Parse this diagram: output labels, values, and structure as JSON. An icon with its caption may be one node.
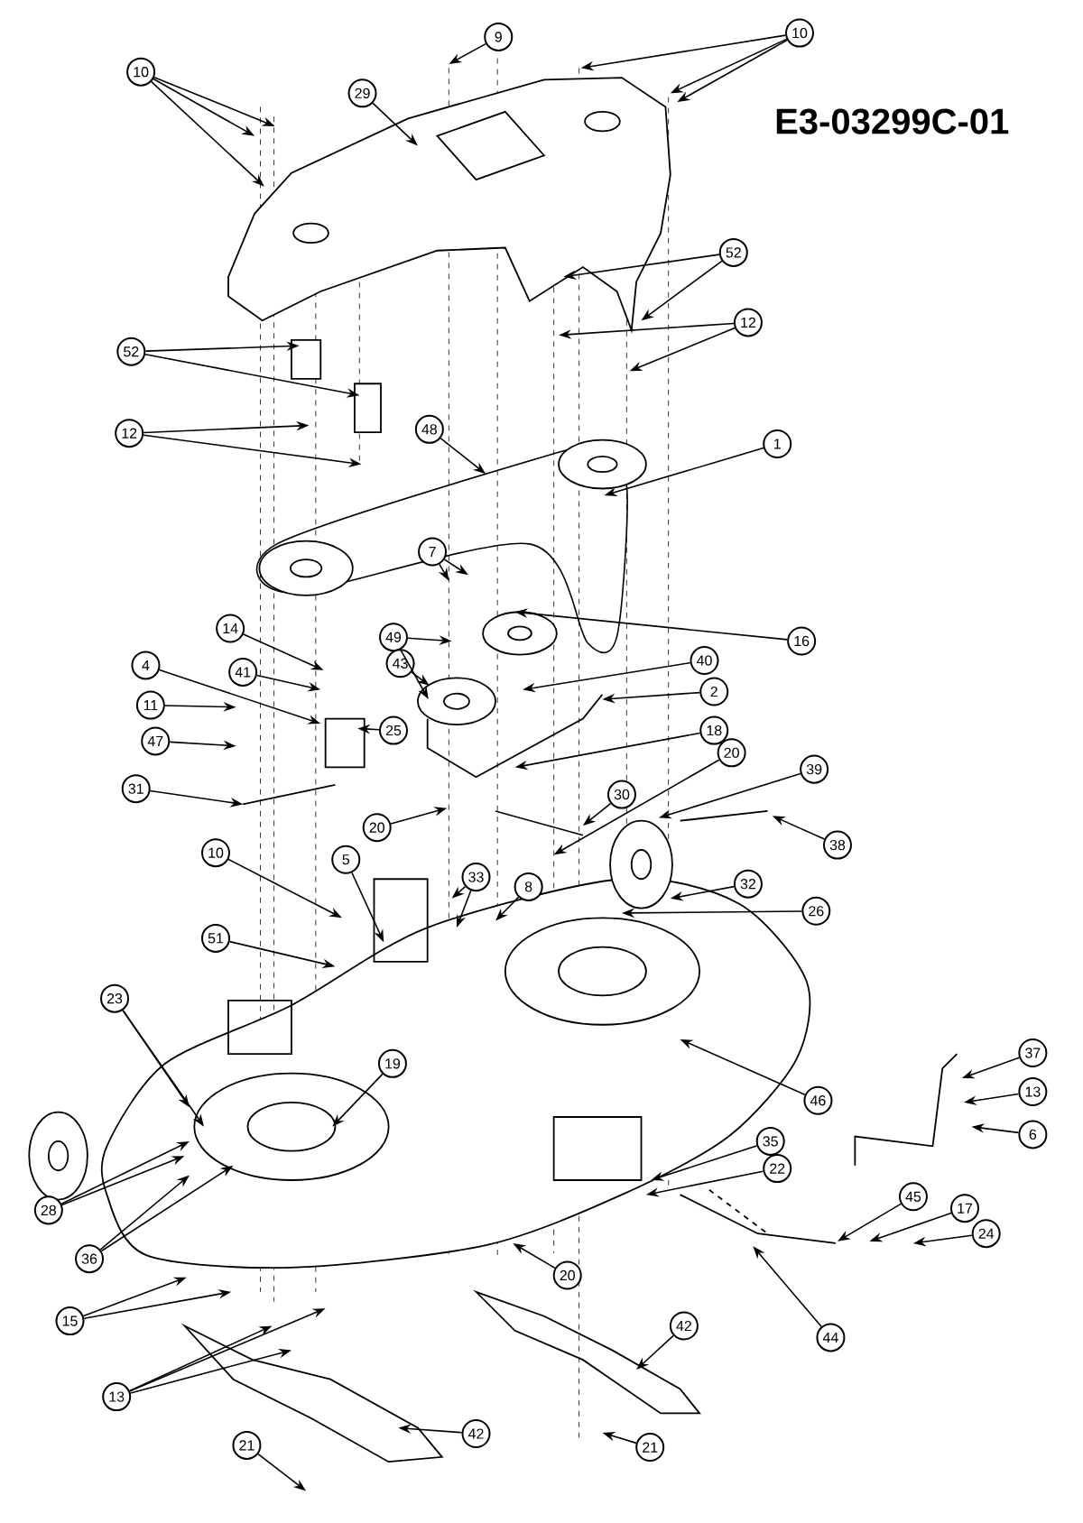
{
  "diagram": {
    "nodes": [
      {
        "text": [
          "10"
        ]
      },
      {
        "text": [
          "9"
        ]
      },
      {
        "text": [
          "10"
        ]
      },
      {
        "text": [
          "29"
        ]
      },
      {
        "text": [
          "52"
        ]
      },
      {
        "text": [
          "12"
        ]
      },
      {
        "text": [
          "52"
        ]
      },
      {
        "text": [
          "12"
        ]
      },
      {
        "text": [
          "48"
        ]
      },
      {
        "text": [
          "1"
        ]
      },
      {
        "text": [
          "7"
        ]
      },
      {
        "text": [
          "16"
        ]
      },
      {
        "text": [
          "49"
        ]
      },
      {
        "text": [
          "14"
        ]
      },
      {
        "text": [
          "4"
        ]
      },
      {
        "text": [
          "41"
        ]
      },
      {
        "text": [
          "43"
        ]
      },
      {
        "text": [
          "40"
        ]
      },
      {
        "text": [
          "25"
        ]
      },
      {
        "text": [
          "2"
        ]
      },
      {
        "text": [
          "11"
        ]
      },
      {
        "text": [
          "47"
        ]
      },
      {
        "text": [
          "18"
        ]
      },
      {
        "text": [
          "31"
        ]
      },
      {
        "text": [
          "20"
        ]
      },
      {
        "text": [
          "39"
        ]
      },
      {
        "text": [
          "30"
        ]
      },
      {
        "text": [
          "20"
        ]
      },
      {
        "text": [
          "38"
        ]
      },
      {
        "text": [
          "5"
        ]
      },
      {
        "text": [
          "33"
        ]
      },
      {
        "text": [
          "8"
        ]
      },
      {
        "text": [
          "32"
        ]
      },
      {
        "text": [
          "10"
        ]
      },
      {
        "text": [
          "26"
        ]
      },
      {
        "text": [
          "51"
        ]
      },
      {
        "text": [
          "23"
        ]
      },
      {
        "text": [
          "19"
        ]
      },
      {
        "text": [
          "46"
        ]
      },
      {
        "text": [
          "37"
        ]
      },
      {
        "text": [
          "13"
        ]
      },
      {
        "text": [
          "6"
        ]
      },
      {
        "text": [
          "28"
        ]
      },
      {
        "text": [
          "35"
        ]
      },
      {
        "text": [
          "22"
        ]
      },
      {
        "text": [
          "36"
        ]
      },
      {
        "text": [
          "45"
        ]
      },
      {
        "text": [
          "17"
        ]
      },
      {
        "text": [
          "24"
        ]
      },
      {
        "text": [
          "20"
        ]
      },
      {
        "text": [
          "44"
        ]
      },
      {
        "text": [
          "15"
        ]
      },
      {
        "text": [
          "42"
        ]
      },
      {
        "text": [
          "13"
        ]
      },
      {
        "text": [
          "42"
        ]
      },
      {
        "text": [
          "21"
        ]
      },
      {
        "text": [
          "21"
        ]
      }
    ],
    "edges": [
      {
        "from": 0,
        "to": null,
        "arrow": "to"
      },
      {
        "from": 0,
        "to": null,
        "arrow": "to"
      },
      {
        "from": 0,
        "to": null,
        "arrow": "to"
      },
      {
        "from": 1,
        "to": null,
        "arrow": "to"
      },
      {
        "from": 2,
        "to": null,
        "arrow": "to"
      },
      {
        "from": 2,
        "to": null,
        "arrow": "to"
      },
      {
        "from": 2,
        "to": null,
        "arrow": "to"
      },
      {
        "from": 3,
        "to": null,
        "arrow": "to"
      },
      {
        "from": 4,
        "to": null,
        "arrow": "to"
      },
      {
        "from": 4,
        "to": null,
        "arrow": "to"
      },
      {
        "from": 5,
        "to": null,
        "arrow": "to"
      },
      {
        "from": 5,
        "to": null,
        "arrow": "to"
      },
      {
        "from": 6,
        "to": null,
        "arrow": "to"
      },
      {
        "from": 6,
        "to": null,
        "arrow": "to"
      },
      {
        "from": 7,
        "to": null,
        "arrow": "to"
      },
      {
        "from": 7,
        "to": null,
        "arrow": "to"
      },
      {
        "from": 8,
        "to": null,
        "arrow": "to"
      },
      {
        "from": 9,
        "to": null,
        "arrow": "to"
      },
      {
        "from": 10,
        "to": null,
        "arrow": "to"
      },
      {
        "from": 10,
        "to": null,
        "arrow": "to"
      },
      {
        "from": 11,
        "to": null,
        "arrow": "to"
      },
      {
        "from": 12,
        "to": null,
        "arrow": "to"
      },
      {
        "from": 12,
        "to": null,
        "arrow": "to"
      },
      {
        "from": 13,
        "to": null,
        "arrow": "to"
      },
      {
        "from": 14,
        "to": null,
        "arrow": "to"
      },
      {
        "from": 15,
        "to": null,
        "arrow": "to"
      },
      {
        "from": 16,
        "to": null,
        "arrow": "to"
      },
      {
        "from": 17,
        "to": null,
        "arrow": "to"
      },
      {
        "from": 18,
        "to": null,
        "arrow": "to"
      },
      {
        "from": 19,
        "to": null,
        "arrow": "to"
      },
      {
        "from": 20,
        "to": null,
        "arrow": "to"
      },
      {
        "from": 21,
        "to": null,
        "arrow": "to"
      },
      {
        "from": 22,
        "to": null,
        "arrow": "to"
      },
      {
        "from": 23,
        "to": null,
        "arrow": "to"
      },
      {
        "from": 24,
        "to": null,
        "arrow": "to"
      },
      {
        "from": 25,
        "to": null,
        "arrow": "to"
      },
      {
        "from": 26,
        "to": null,
        "arrow": "to"
      },
      {
        "from": 27,
        "to": null,
        "arrow": "to"
      },
      {
        "from": 28,
        "to": null,
        "arrow": "to"
      },
      {
        "from": 29,
        "to": null,
        "arrow": "to"
      },
      {
        "from": 30,
        "to": null,
        "arrow": "to"
      },
      {
        "from": 30,
        "to": null,
        "arrow": "to"
      },
      {
        "from": 31,
        "to": null,
        "arrow": "to"
      },
      {
        "from": 32,
        "to": null,
        "arrow": "to"
      },
      {
        "from": 33,
        "to": null,
        "arrow": "to"
      },
      {
        "from": 34,
        "to": null,
        "arrow": "to"
      },
      {
        "from": 35,
        "to": null,
        "arrow": "to"
      },
      {
        "from": 36,
        "to": null,
        "arrow": "to"
      },
      {
        "from": 36,
        "to": null,
        "arrow": "to"
      },
      {
        "from": 37,
        "to": null,
        "arrow": "to"
      },
      {
        "from": 38,
        "to": null,
        "arrow": "to"
      },
      {
        "from": 39,
        "to": null,
        "arrow": "to"
      },
      {
        "from": 40,
        "to": null,
        "arrow": "to"
      },
      {
        "from": 41,
        "to": null,
        "arrow": "to"
      },
      {
        "from": 42,
        "to": null,
        "arrow": "to"
      },
      {
        "from": 42,
        "to": null,
        "arrow": "to"
      },
      {
        "from": 43,
        "to": null,
        "arrow": "to"
      },
      {
        "from": 44,
        "to": null,
        "arrow": "to"
      },
      {
        "from": 45,
        "to": null,
        "arrow": "to"
      },
      {
        "from": 45,
        "to": null,
        "arrow": "to"
      },
      {
        "from": 46,
        "to": null,
        "arrow": "to"
      },
      {
        "from": 47,
        "to": null,
        "arrow": "to"
      },
      {
        "from": 48,
        "to": null,
        "arrow": "to"
      },
      {
        "from": 49,
        "to": null,
        "arrow": "to"
      },
      {
        "from": 50,
        "to": null,
        "arrow": "to"
      },
      {
        "from": 51,
        "to": null,
        "arrow": "to"
      },
      {
        "from": 51,
        "to": null,
        "arrow": "to"
      },
      {
        "from": 52,
        "to": null,
        "arrow": "to"
      },
      {
        "from": 53,
        "to": null,
        "arrow": "to"
      },
      {
        "from": 53,
        "to": null,
        "arrow": "to"
      },
      {
        "from": 53,
        "to": null,
        "arrow": "to"
      },
      {
        "from": 54,
        "to": null,
        "arrow": "to"
      },
      {
        "from": 55,
        "to": null,
        "arrow": "to"
      },
      {
        "from": 56,
        "to": null,
        "arrow": "to"
      }
    ],
    "labels": [
      "E3-03299C-01"
    ]
  }
}
